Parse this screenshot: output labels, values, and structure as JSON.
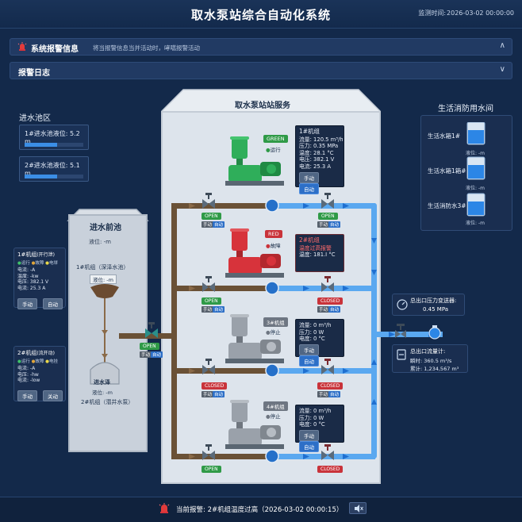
{
  "header": {
    "title": "取水泵站综合自动化系统",
    "monitor_label": "监测时间:",
    "monitor_time": "2026-03-02 00:00:00"
  },
  "alarm_bar": {
    "title": "系统报警信息",
    "subtitle": "将当报警信息当并活动时，哮嚆报警活动"
  },
  "log_bar": {
    "title": "报警日志"
  },
  "intake_area": {
    "title": "进水池区",
    "levels": [
      {
        "label": "1#进水池液位: 5.2 m",
        "fill": 0.55
      },
      {
        "label": "2#进水池液位: 5.1 m",
        "fill": 0.55
      }
    ]
  },
  "forebay": {
    "title": "进水前池",
    "level": "液位: -m",
    "unit1": "1#机组（深泽水池）",
    "unit1_level": "液位: -m",
    "unit2_title": "进水泽",
    "unit2_level": "液位: -m",
    "unit2": "2#机组（潜井水泵）"
  },
  "left_cards": [
    {
      "title": "1#机组",
      "mode": "(开行泄)",
      "legend": [
        "运行",
        "故障",
        "电垪"
      ],
      "rows": [
        "电流:  -A",
        "温度:  -kw",
        "电压: 382.1 V",
        "电流:  25.3 A"
      ],
      "btn1": "手动",
      "btn2": "自动"
    },
    {
      "title": "2#机组",
      "mode": "(流开动)",
      "legend": [
        "运行",
        "故障",
        "电挂"
      ],
      "rows": [
        "电流:  -A",
        "电压:  -hw",
        "电流:  -low"
      ],
      "btn1": "手动",
      "btn2": "关动"
    }
  ],
  "station": {
    "title": "取水泵站站服务"
  },
  "pumps": [
    {
      "status_tag": "GREEN",
      "status_text": "运行",
      "info_title": "1#机组",
      "rows": [
        "流量: 120.5 m³/h",
        "压力:   0.35 MPa",
        "温度:   28.1 °C",
        "电压:  382.1 V",
        "电流:   25.3 A"
      ],
      "btn1": "手动",
      "btn2": "自动",
      "color": "#2fae5a"
    },
    {
      "status_tag": "RED",
      "status_text": "故障",
      "info_title": "2#机组",
      "rows": [
        "温度过高报警",
        "温度: 181.I °C"
      ],
      "color": "#d7333b"
    },
    {
      "status_tag": "3#机组",
      "status_text": "停止",
      "info_title": "",
      "rows": [
        "流量:      0 m³/h",
        "压力:      0 W",
        "电度:      0 °C"
      ],
      "btn1": "手动",
      "btn2": "自动",
      "color": "#8c939c"
    },
    {
      "status_tag": "4#机组",
      "status_text": "停止",
      "info_title": "",
      "rows": [
        "流量:      0 m³/h",
        "压力:      0 W",
        "电度:      0 °C"
      ],
      "btn1": "手动",
      "btn2": "自动",
      "color": "#8c939c"
    }
  ],
  "valves": {
    "in_labels": [
      "OPEN",
      "OPEN",
      "CLOSED",
      "CLOSED",
      "OPEN"
    ],
    "out_labels": [
      "OPEN",
      "CLOSED",
      "CLOSED",
      "CLOSED"
    ],
    "forebay_valve": "OPEN",
    "mini_manual": "手动",
    "mini_auto": "自动"
  },
  "fire_tanks": {
    "title": "生活消防用水间",
    "tanks": [
      {
        "name": "生活水箱1#",
        "level": "液位: -m"
      },
      {
        "name": "生活水箱1箱#",
        "level": "液位: -m"
      },
      {
        "name": "生活消防水3#",
        "level": "液位: -m"
      }
    ]
  },
  "outlet": {
    "pressure_title": "总出口压力变送器:",
    "pressure_value": "0.45 MPa",
    "flow_title": "总出口流量计:",
    "flow_instant": "瞬时: 360.5 m³/s",
    "flow_total": "累计: 1,234,567 m³"
  },
  "footer": {
    "alarm": "当前报警: 2#机组温度过高（2026-03-02 00:00:15）"
  },
  "colors": {
    "bg": "#13294a",
    "pipe_water": "#5aa8f0",
    "pipe_brown": "#6a5136",
    "accent_green": "#2f9a47",
    "accent_red": "#c9333a"
  }
}
